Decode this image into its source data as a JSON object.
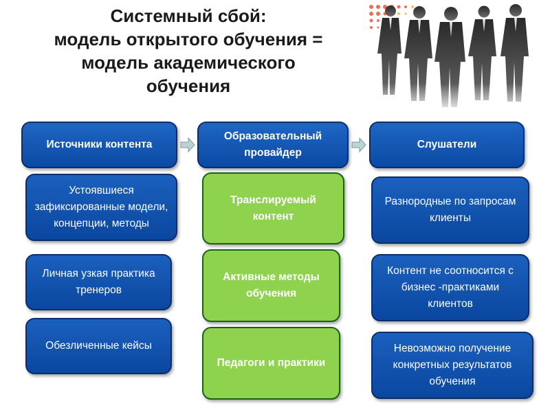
{
  "title": {
    "line1": "Системный сбой:",
    "line2": "модель открытого обучения =",
    "line3": "модель академического",
    "line4": "обучения"
  },
  "columns": {
    "sources": {
      "header": "Источники контента",
      "items": [
        "Устоявшиеся зафиксированные модели, концепции, методы",
        "Личная узкая практика тренеров",
        "Обезличенные кейсы"
      ]
    },
    "provider": {
      "header": "Образовательный провайдер",
      "items": [
        "Транслируемый контент",
        "Активные методы обучения",
        "Педагоги и практики"
      ]
    },
    "listeners": {
      "header": "Слушатели",
      "items": [
        "Разнородные по запросам клиенты",
        "Контент не соотносится с бизнес -практиками клиентов",
        "Невозможно получение конкретных результатов обучения"
      ]
    }
  },
  "colors": {
    "blue_box": "#0b4aa4",
    "green_box": "#8fd24e",
    "border_dark": "#0a2e6b",
    "arrow_fill": "#bcd3d6"
  },
  "icons": [
    "arrow-right-icon",
    "business-people-silhouettes"
  ]
}
